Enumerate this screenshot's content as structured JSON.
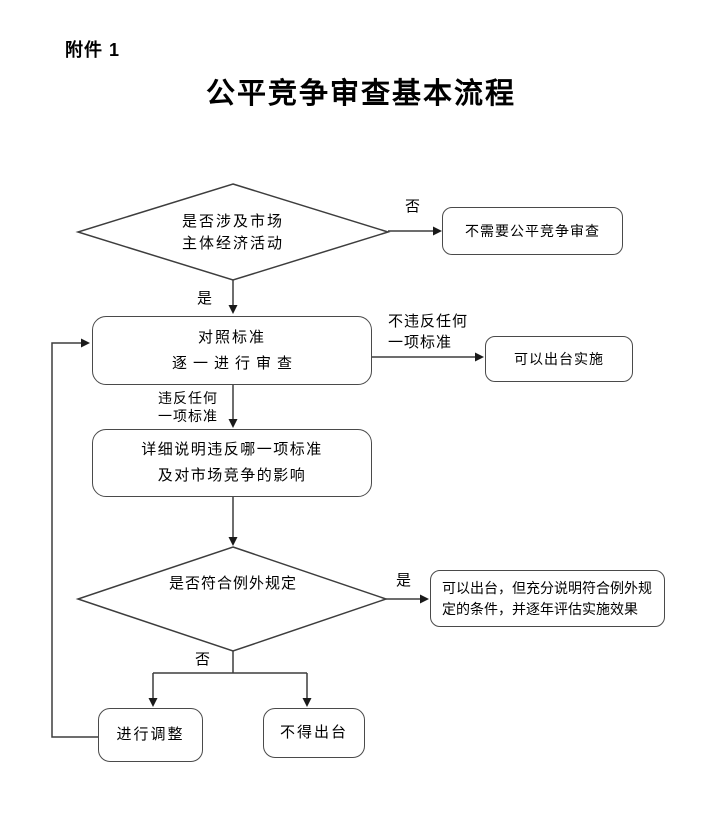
{
  "page": {
    "attachment_label": "附件 1",
    "title": "公平竞争审查基本流程"
  },
  "flowchart": {
    "decision1": {
      "line1": "是否涉及市场",
      "line2": "主体经济活动"
    },
    "no_review_box": {
      "label": "不需要公平竞争审查"
    },
    "review_box": {
      "line1": "对照标准",
      "line2": "逐一进行审查"
    },
    "implement_box": {
      "label": "可以出台实施"
    },
    "explain_box": {
      "line1": "详细说明违反哪一项标准",
      "line2": "及对市场竞争的影响"
    },
    "decision2": {
      "label": "是否符合例外规定"
    },
    "exception_box": {
      "label": "可以出台，但充分说明符合例外规定的条件，并逐年评估实施效果"
    },
    "adjust_box": {
      "label": "进行调整"
    },
    "no_issue_box": {
      "label": "不得出台"
    },
    "edge_labels": {
      "no1": "否",
      "yes1": "是",
      "no_violation_line1": "不违反任何",
      "no_violation_line2": "一项标准",
      "violation_line1": "违反任何",
      "violation_line2": "一项标准",
      "yes2": "是",
      "no2": "否"
    },
    "colors": {
      "line": "#3d3d3d",
      "arrow_fill": "#1a1a1a",
      "text": "#000000",
      "background": "#ffffff"
    }
  }
}
